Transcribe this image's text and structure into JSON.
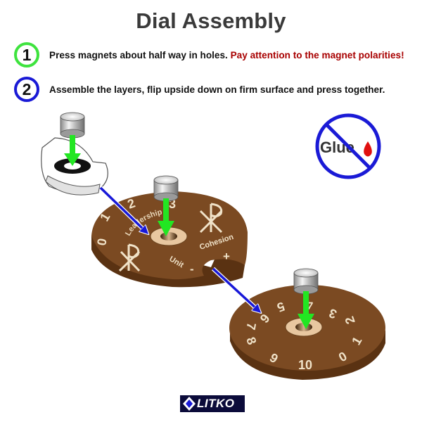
{
  "title": "Dial Assembly",
  "steps": [
    {
      "num": "1",
      "text": "Press magnets about half way in holes.",
      "warning": "Pay attention to the magnet polarities!"
    },
    {
      "num": "2",
      "text": "Assemble the layers, flip upside down on firm surface and press together.",
      "warning": ""
    }
  ],
  "glue_label": "Glue",
  "dial_top": {
    "numbers": [
      "0",
      "1",
      "2",
      "3"
    ],
    "arc_label": "Leadership",
    "unit_label": "Unit",
    "cohesion_label": "Cohesion",
    "plus": "+",
    "minus": "-"
  },
  "dial_bottom": {
    "numbers": [
      "3",
      "4",
      "5",
      "6",
      "7",
      "8",
      "9",
      "10",
      "0",
      "1",
      "2"
    ]
  },
  "logo": "LITKO",
  "colors": {
    "dial_face": "#7b4a22",
    "dial_side": "#5a3212",
    "arrow_green": "#22e622",
    "arrow_blue": "#1818d8",
    "no_sign": "#1a1ad6",
    "glue_drop": "#e01010",
    "step1_ring": "#3ee33e",
    "step2_ring": "#1a1ad6"
  }
}
